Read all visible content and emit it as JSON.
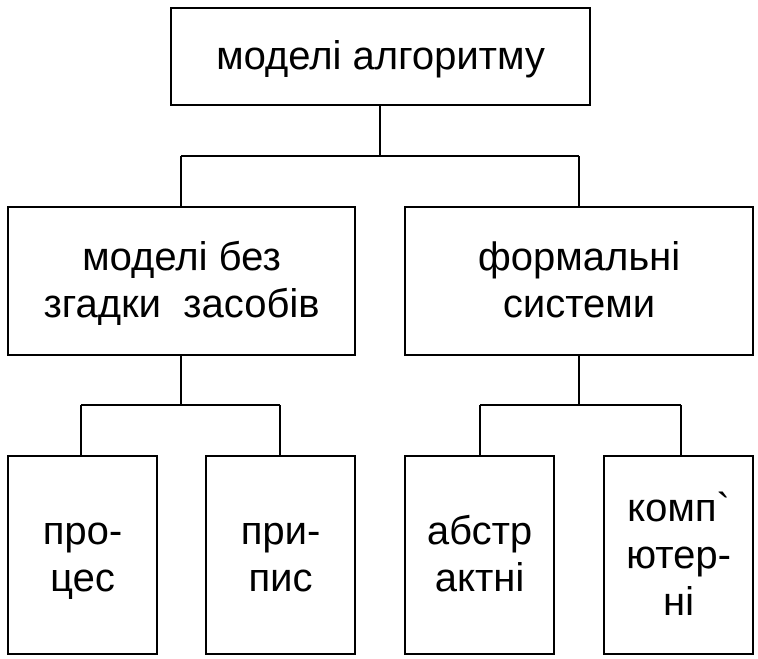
{
  "diagram": {
    "root": {
      "lines": [
        "моделі алгоритму"
      ]
    },
    "left_branch": {
      "lines": [
        "моделі без",
        "згадки  засобів"
      ]
    },
    "right_branch": {
      "lines": [
        "формальні",
        "системи"
      ]
    },
    "leaves": [
      {
        "lines": [
          "про-",
          "цес"
        ]
      },
      {
        "lines": [
          "при-",
          "пис"
        ]
      },
      {
        "lines": [
          "абстр",
          "актні"
        ]
      },
      {
        "lines": [
          "комп`",
          "ютер-",
          "ні"
        ]
      }
    ],
    "line_color": "#000000",
    "box_border_color": "#000000",
    "background_color": "#ffffff"
  }
}
